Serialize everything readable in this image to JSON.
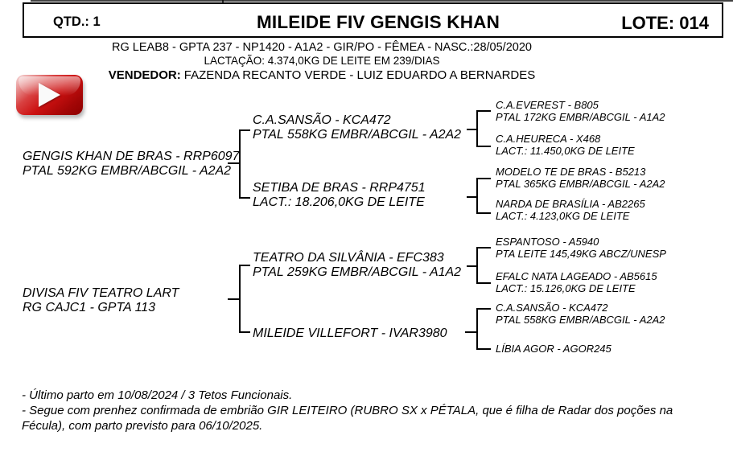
{
  "header": {
    "qtd": "QTD.: 1",
    "title": "MILEIDE FIV GENGIS KHAN",
    "lote": "LOTE: 014",
    "registration_line": "RG LEAB8 - GPTA 237 - NP1420 - A1A2 - GIR/PO - FÊMEA - NASC.:28/05/2020",
    "lactation_line": "LACTAÇÃO: 4.374,0KG DE LEITE EM 239/DIAS",
    "seller_label": "VENDEDOR:",
    "seller_value": "FAZENDA RECANTO VERDE - LUIZ EDUARDO A BERNARDES"
  },
  "media": {
    "play_icon": "video-play-icon",
    "play_button_color": "#cc1111"
  },
  "pedigree": {
    "sire": {
      "line1": "GENGIS KHAN DE BRAS - RRP6097",
      "line2": "PTAL 592KG EMBR/ABCGIL - A2A2"
    },
    "dam": {
      "line1": "DIVISA FIV TEATRO LART",
      "line2": "RG CAJC1 - GPTA 113"
    },
    "gen2": [
      {
        "line1": "C.A.SANSÃO - KCA472",
        "line2": "PTAL 558KG EMBR/ABCGIL - A2A2"
      },
      {
        "line1": "SETIBA DE BRAS - RRP4751",
        "line2": "LACT.: 18.206,0KG DE LEITE"
      },
      {
        "line1": "TEATRO DA SILVÂNIA - EFC383",
        "line2": "PTAL 259KG EMBR/ABCGIL - A1A2"
      },
      {
        "line1": "MILEIDE VILLEFORT - IVAR3980"
      }
    ],
    "gen3": [
      {
        "line1": "C.A.EVEREST - B805",
        "line2": "PTAL 172KG EMBR/ABCGIL - A1A2"
      },
      {
        "line1": "C.A.HEURECA - X468",
        "line2": "LACT.: 11.450,0KG DE LEITE"
      },
      {
        "line1": "MODELO TE DE BRAS - B5213",
        "line2": "PTAL 365KG EMBR/ABCGIL - A2A2"
      },
      {
        "line1": "NARDA DE BRASÍLIA - AB2265",
        "line2": "LACT.: 4.123,0KG DE LEITE"
      },
      {
        "line1": "ESPANTOSO - A5940",
        "line2": "PTA LEITE 145,49KG ABCZ/UNESP"
      },
      {
        "line1": "EFALC NATA LAGEADO - AB5615",
        "line2": "LACT.: 15.126,0KG DE LEITE"
      },
      {
        "line1": "C.A.SANSÃO - KCA472",
        "line2": "PTAL 558KG EMBR/ABCGIL - A2A2"
      },
      {
        "line1": "LÍBIA AGOR - AGOR245"
      }
    ]
  },
  "notes": [
    "- Último parto em 10/08/2024 / 3 Tetos Funcionais.",
    "- Segue com prenhez confirmada de embrião GIR LEITEIRO (RUBRO SX x PÉTALA, que é filha de Radar dos poções na Fécula), com parto previsto para 06/10/2025."
  ]
}
